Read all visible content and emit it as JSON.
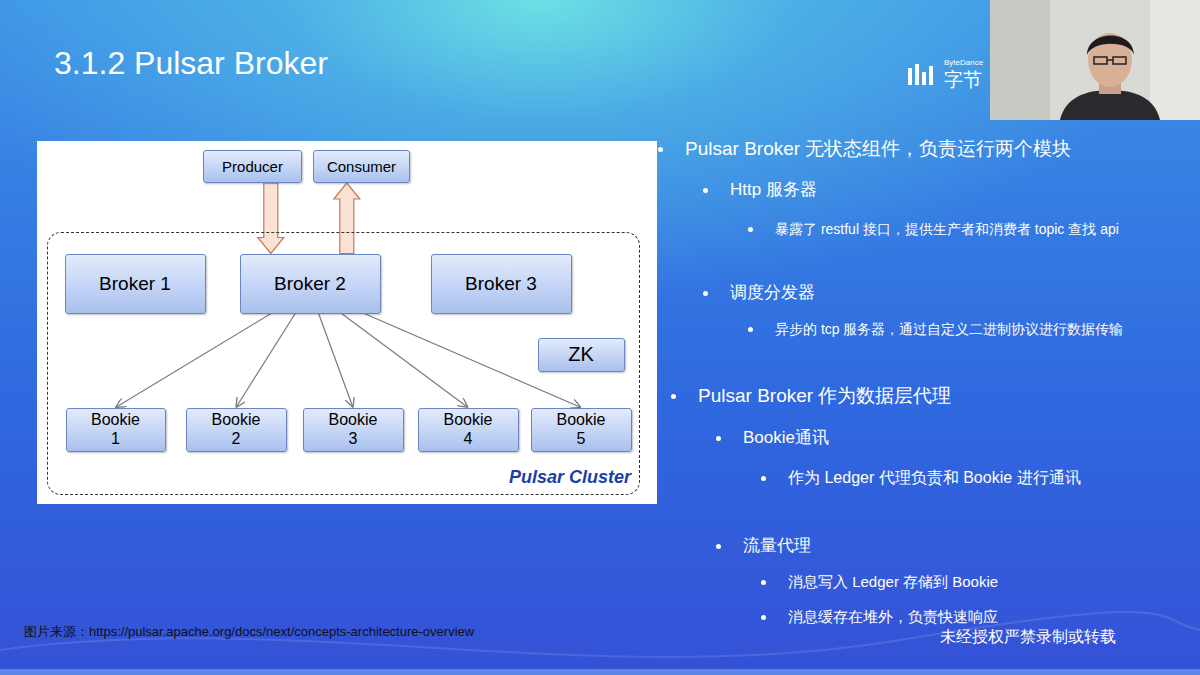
{
  "diagram": {
    "title": "3.1.2 Pulsar Broker",
    "nodes": [
      {
        "text": [
          "Producer"
        ]
      },
      {
        "text": [
          "Consumer"
        ]
      },
      {
        "text": [
          "Pulsar Cluster"
        ]
      },
      {
        "text": [
          "Broker 1"
        ],
        "in": 2
      },
      {
        "text": [
          "Broker 2"
        ],
        "in": 2
      },
      {
        "text": [
          "Broker 3"
        ],
        "in": 2
      },
      {
        "text": [
          "ZK"
        ],
        "in": 2
      },
      {
        "text": [
          "Bookie 1"
        ],
        "in": 2
      },
      {
        "text": [
          "Bookie 2"
        ],
        "in": 2
      },
      {
        "text": [
          "Bookie 3"
        ],
        "in": 2
      },
      {
        "text": [
          "Bookie 4"
        ],
        "in": 2
      },
      {
        "text": [
          "Bookie 5"
        ],
        "in": 2
      }
    ],
    "edges": [
      {
        "from": 0,
        "to": 4,
        "arrow": "to"
      },
      {
        "from": 4,
        "to": 1,
        "arrow": "to"
      },
      {
        "from": 4,
        "to": 7,
        "arrow": "to"
      },
      {
        "from": 4,
        "to": 8,
        "arrow": "to"
      },
      {
        "from": 4,
        "to": 9,
        "arrow": "to"
      },
      {
        "from": 4,
        "to": 10,
        "arrow": "to"
      },
      {
        "from": 4,
        "to": 11,
        "arrow": "to"
      }
    ],
    "labels": [
      "ByteDance",
      "字节",
      "Pulsar Broker 无状态组件，负责运行两个模块",
      "Http 服务器",
      "暴露了 restful 接口，提供生产者和消费者 topic 查找 api",
      "调度分发器",
      "异步的 tcp 服务器，通过自定义二进制协议进行数据传输",
      "Pulsar Broker 作为数据层代理",
      "Bookie通讯",
      "作为 Ledger 代理负责和 Bookie 进行通讯",
      "流量代理",
      "消息写入 Ledger 存储到 Bookie",
      "消息缓存在堆外，负责快速响应",
      "图片来源：https://pulsar.apache.org/docs/next/concepts-architecture-overview",
      "未经授权严禁录制或转载"
    ]
  }
}
